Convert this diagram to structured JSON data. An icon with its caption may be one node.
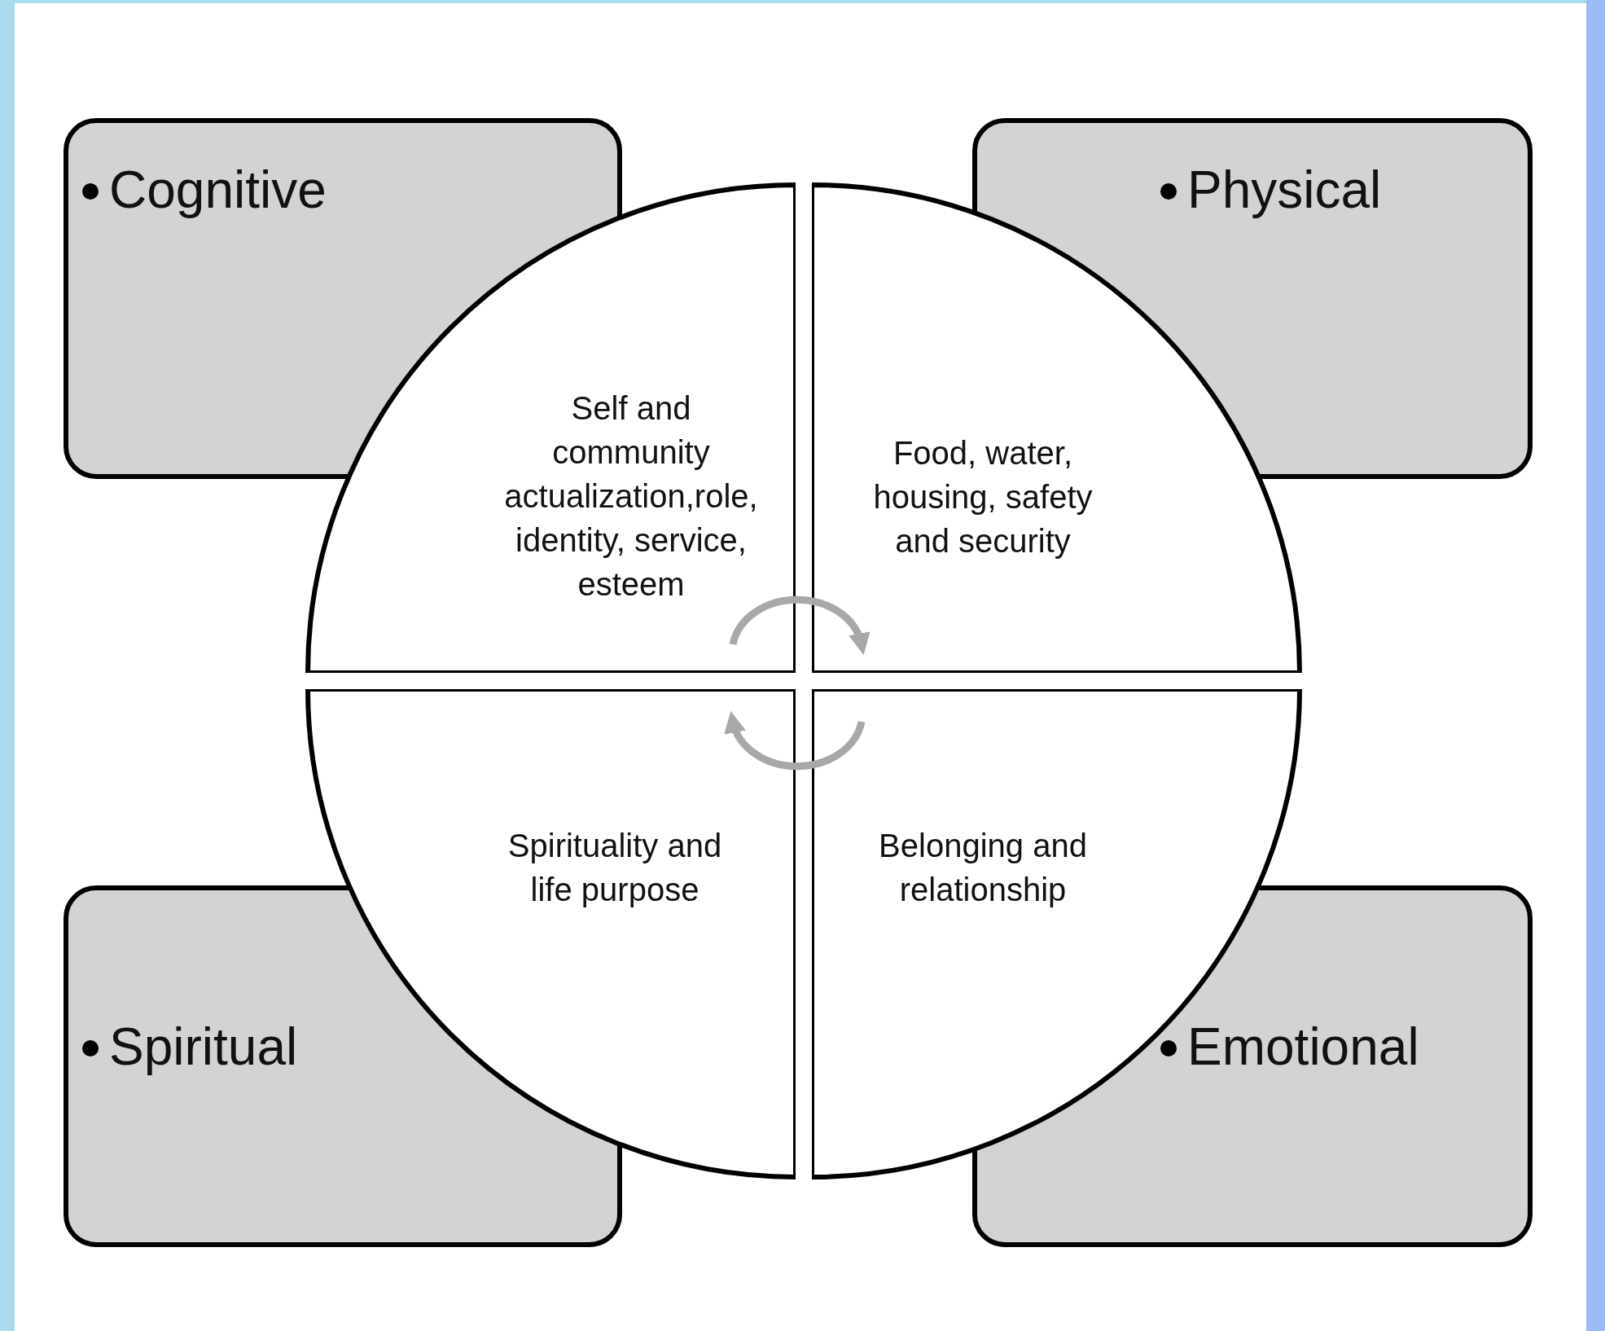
{
  "diagram": {
    "nodes": [
      {
        "text": [
          "Cognitive"
        ]
      },
      {
        "text": [
          "Physical"
        ]
      },
      {
        "text": [
          "Self and community actualization,role, identity, service, esteem"
        ]
      },
      {
        "text": [
          "Food, water, housing, safety and security"
        ]
      },
      {
        "text": [
          "Spirituality and life purpose"
        ]
      },
      {
        "text": [
          "Belonging and relationship"
        ]
      },
      {
        "text": [
          "Spiritual"
        ]
      },
      {
        "text": [
          "Emotional"
        ]
      }
    ],
    "edges": [
      {
        "from": 2,
        "to": 3,
        "arrow": "to"
      },
      {
        "from": 5,
        "to": 4,
        "arrow": "to"
      }
    ]
  }
}
